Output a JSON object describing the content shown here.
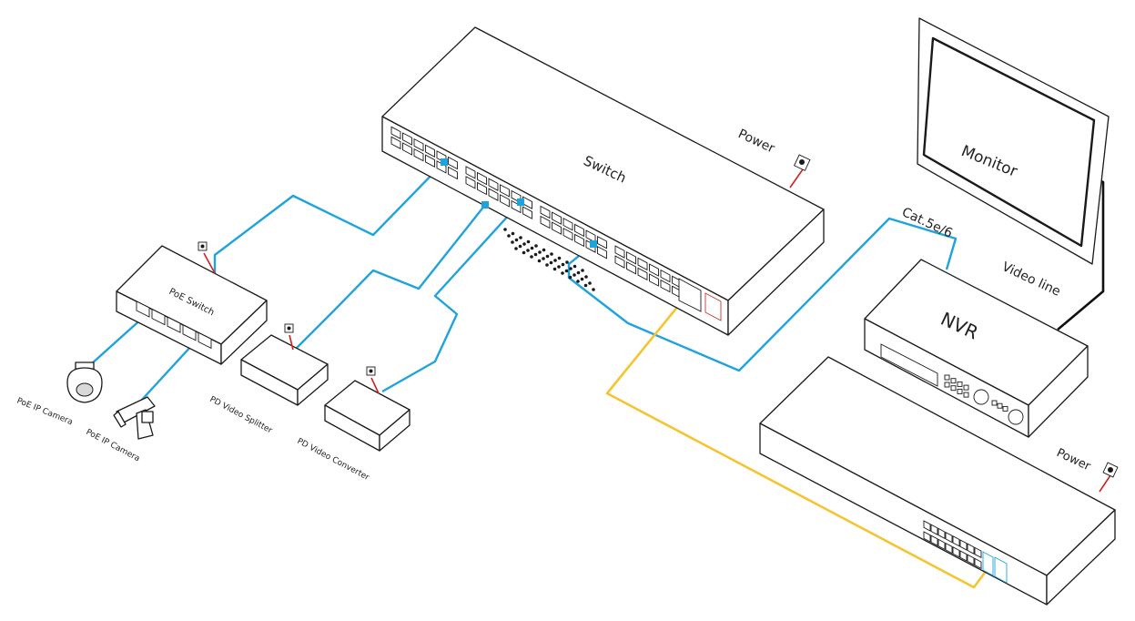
{
  "labels": {
    "switch": "Switch",
    "power_top": "Power",
    "power_bottom": "Power",
    "monitor": "Monitor",
    "cat": "Cat.5e/6",
    "video_line": "Video line",
    "nvr": "NVR",
    "poe_switch": "PoE Switch",
    "camera_dome": "PoE IP Camera",
    "camera_bullet": "PoE IP Camera",
    "pd_splitter": "PD Video Splitter",
    "pd_converter": "PD Video Converter"
  },
  "colors": {
    "ethernet_cable": "#1fa3dc",
    "yellow_cable": "#f4c531",
    "power_wire": "#d42020",
    "video_cable": "#111111"
  },
  "icons": {
    "power_outlet": "power-socket-icon",
    "dome_camera": "dome-camera-icon",
    "bullet_camera": "bullet-camera-icon"
  }
}
